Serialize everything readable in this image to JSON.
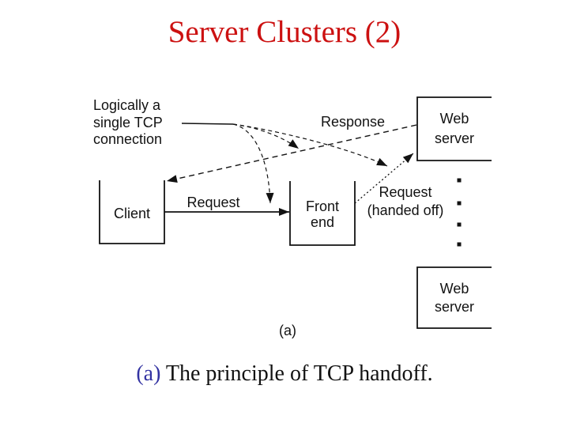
{
  "slide": {
    "title": "Server Clusters (2)",
    "caption": {
      "marker": "(a)",
      "text": " The principle of TCP handoff."
    }
  },
  "colors": {
    "background": "#FFFFFF",
    "title_red": "#CC1111",
    "caption_marker_blue": "#3333A2",
    "diagram_ink": "#121212"
  },
  "diagram": {
    "nodes": {
      "client": "Client",
      "front_end": "Front\nend",
      "web_server_top": "Web\nserver",
      "web_server_bottom": "Web\nserver"
    },
    "labels": {
      "tcp_connection": "Logically a\nsingle TCP\nconnection",
      "request": "Request",
      "response": "Response",
      "request_handed_off": "Request\n(handed off)",
      "panel": "(a)"
    },
    "arrows": [
      {
        "name": "request-arrow",
        "from": "client",
        "to": "front-end",
        "style": "solid"
      },
      {
        "name": "response-arrow",
        "from": "web-server-top",
        "to": "client",
        "style": "dashed"
      },
      {
        "name": "handoff-arrow",
        "from": "front-end",
        "to": "web-server-top",
        "style": "dotted"
      },
      {
        "name": "tcp-pointer-to-request",
        "from": "tcp-label",
        "to": "request-line",
        "style": "dashed-curve"
      },
      {
        "name": "tcp-pointer-to-response",
        "from": "tcp-label",
        "to": "response-line",
        "style": "dashed-curve"
      },
      {
        "name": "tcp-pointer-to-handoff",
        "from": "tcp-label",
        "to": "handoff-line",
        "style": "dashed-curve"
      }
    ],
    "ellipsis_between_servers": "4 vertical dots"
  }
}
